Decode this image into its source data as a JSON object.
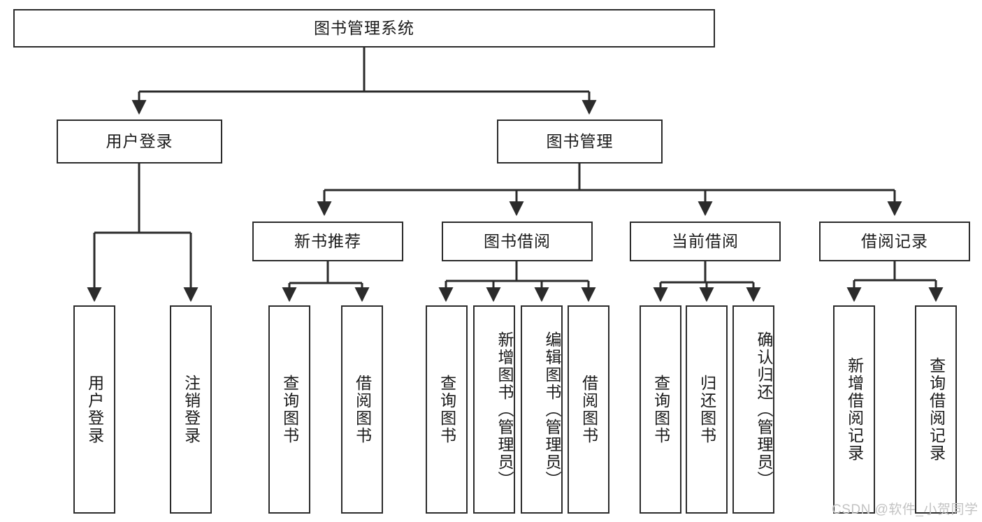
{
  "diagram": {
    "type": "hierarchy-tree",
    "title": "图书管理系统",
    "root": {
      "id": "root",
      "label": "图书管理系统"
    },
    "level1": [
      {
        "id": "user-login",
        "label": "用户登录"
      },
      {
        "id": "book-manage",
        "label": "图书管理"
      }
    ],
    "level2": [
      {
        "id": "new-book-rec",
        "label": "新书推荐",
        "parent": "book-manage"
      },
      {
        "id": "book-borrow",
        "label": "图书借阅",
        "parent": "book-manage"
      },
      {
        "id": "current-borrow",
        "label": "当前借阅",
        "parent": "book-manage"
      },
      {
        "id": "borrow-record",
        "label": "借阅记录",
        "parent": "book-manage"
      }
    ],
    "leaves": {
      "user_login": [
        {
          "id": "leaf-user-login",
          "label": "用户登录"
        },
        {
          "id": "leaf-user-logout",
          "label": "注销登录"
        }
      ],
      "new_book_rec": [
        {
          "id": "leaf-query-book-1",
          "label": "查询图书"
        },
        {
          "id": "leaf-borrow-book-1",
          "label": "借阅图书"
        }
      ],
      "book_borrow": [
        {
          "id": "leaf-query-book-2",
          "label": "查询图书"
        },
        {
          "id": "leaf-add-book",
          "label": "新增图书（管理员）"
        },
        {
          "id": "leaf-edit-book",
          "label": "编辑图书（管理员）"
        },
        {
          "id": "leaf-borrow-book-2",
          "label": "借阅图书"
        }
      ],
      "current_borrow": [
        {
          "id": "leaf-query-book-3",
          "label": "查询图书"
        },
        {
          "id": "leaf-return-book",
          "label": "归还图书"
        },
        {
          "id": "leaf-confirm-return",
          "label": "确认归还（管理员）"
        }
      ],
      "borrow_record": [
        {
          "id": "leaf-add-record",
          "label": "新增借阅记录"
        },
        {
          "id": "leaf-query-record",
          "label": "查询借阅记录"
        }
      ]
    }
  },
  "watermark": {
    "text": "CSDN @软件_小贺同学"
  },
  "colors": {
    "stroke": "#2b2b2b",
    "background": "#ffffff",
    "text": "#1a1a1a",
    "watermark": "#c3c3c3"
  }
}
